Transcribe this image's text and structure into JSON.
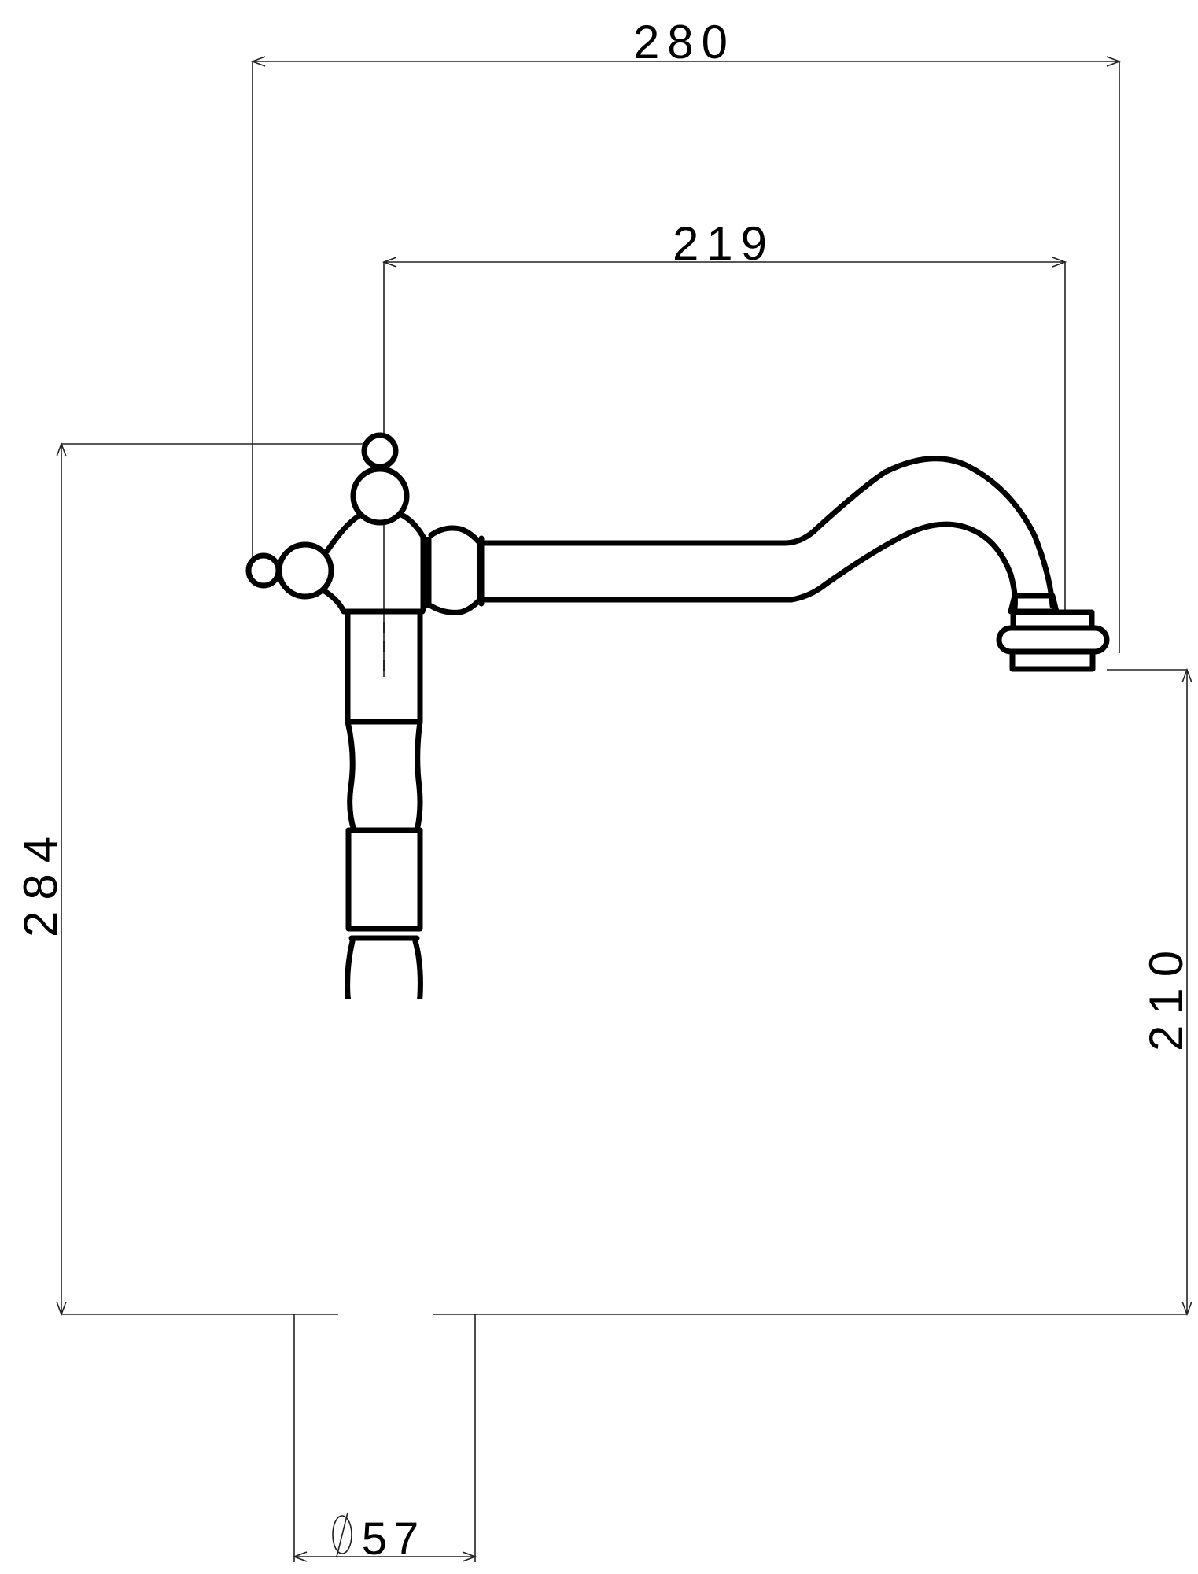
{
  "drawing": {
    "subject": "Single-lever kitchen faucet, side elevation",
    "units": "mm",
    "background_color": "#ffffff",
    "line_color": "#000000"
  },
  "dimensions": {
    "overall_reach": {
      "label": "280",
      "orientation": "horizontal"
    },
    "spout_reach": {
      "label": "219",
      "orientation": "horizontal"
    },
    "overall_height": {
      "label": "284",
      "orientation": "vertical"
    },
    "spout_clearance": {
      "label": "210",
      "orientation": "vertical"
    },
    "base_diameter": {
      "symbol": "∅",
      "value": "57",
      "label": "∅57",
      "orientation": "horizontal"
    }
  },
  "parts": [
    {
      "name": "finial-knobs"
    },
    {
      "name": "swivel-head"
    },
    {
      "name": "spout"
    },
    {
      "name": "aerator"
    },
    {
      "name": "column"
    },
    {
      "name": "mixer-body"
    },
    {
      "name": "lever-handle"
    },
    {
      "name": "base-flange"
    }
  ]
}
